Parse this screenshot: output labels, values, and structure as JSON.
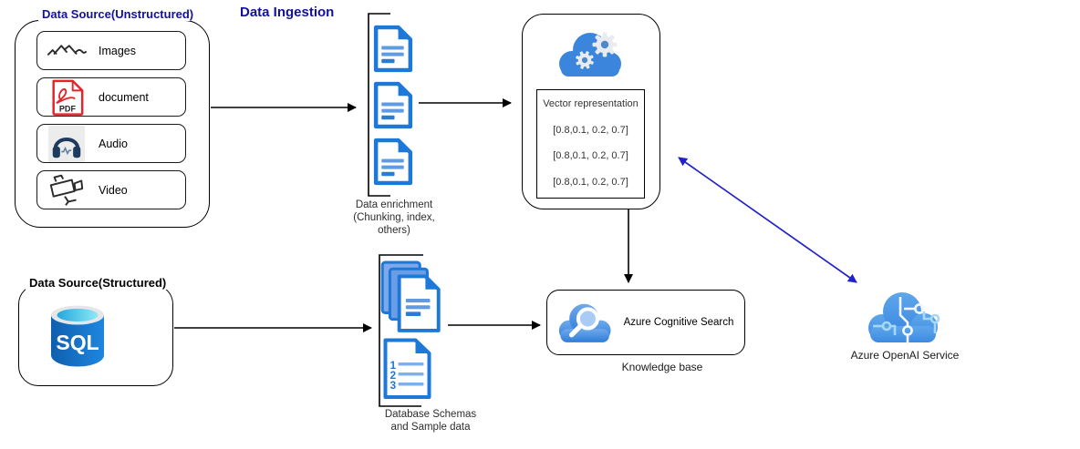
{
  "title": "Data Ingestion",
  "unstructured": {
    "label": "Data Source(Unstructured)",
    "items": [
      {
        "label": "Images",
        "icon": "mountain-image-icon"
      },
      {
        "label": "document",
        "icon": "pdf-icon"
      },
      {
        "label": "Audio",
        "icon": "headphones-icon"
      },
      {
        "label": "Video",
        "icon": "video-camera-icon"
      }
    ]
  },
  "enrichment": {
    "lines": [
      "Data enrichment",
      "(Chunking, index,",
      "others)"
    ]
  },
  "vector": {
    "title": "Vector representation",
    "rows": [
      "[0.8,0.1, 0.2, 0.7]",
      "[0.8,0.1, 0.2, 0.7]",
      "[0.8,0.1, 0.2, 0.7]"
    ]
  },
  "structured": {
    "label": "Data Source(Structured)",
    "sql": "SQL"
  },
  "db": {
    "lines": [
      "Database Schemas",
      "and Sample data"
    ]
  },
  "search": {
    "label": "Azure Cognitive Search",
    "caption": "Knowledge base"
  },
  "openai": {
    "label": "Azure OpenAI Service"
  },
  "colors": {
    "navy": "#12129b",
    "doc_blue": "#1E78D7",
    "arrow_blue": "#2222CC",
    "cloud_blue": "#3B86DC"
  }
}
